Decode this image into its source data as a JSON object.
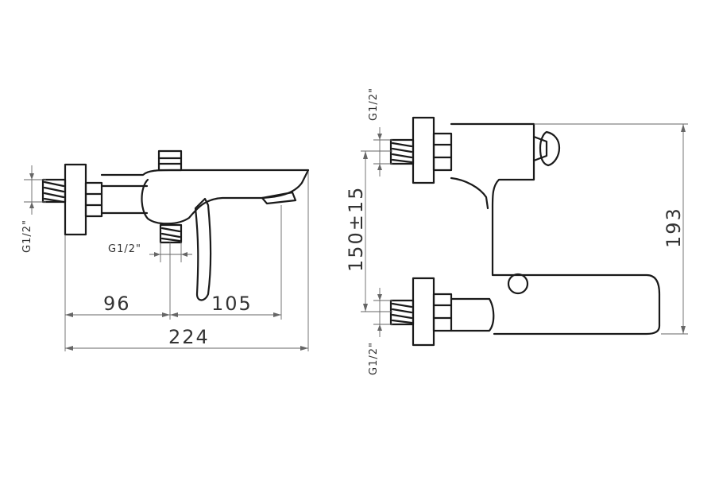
{
  "side_view": {
    "thread_left": "G1/2\"",
    "thread_bottom": "G1/2\"",
    "dim_inlet_to_outlet": "96",
    "dim_outlet_to_spout": "105",
    "dim_overall_length": "224"
  },
  "front_view": {
    "thread_top": "G1/2\"",
    "thread_bottom": "G1/2\"",
    "dim_centers": "150±15",
    "dim_height": "193"
  }
}
